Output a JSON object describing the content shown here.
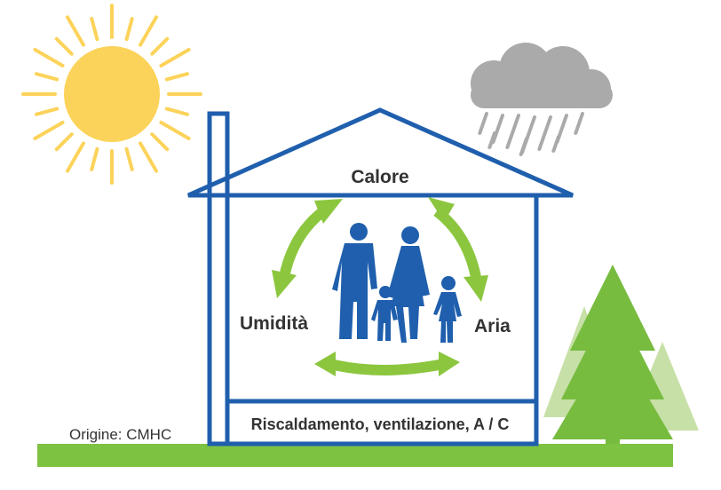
{
  "labels": {
    "top": "Calore",
    "left": "Umidità",
    "right": "Aria",
    "basement": "Riscaldamento, ventilazione, A / C"
  },
  "source": "Origine: CMHC",
  "colors": {
    "house_outline": "#1f5fad",
    "family": "#1f5fad",
    "arrows": "#8cc63f",
    "ground": "#7ec242",
    "sun": "#fcd35a",
    "cloud": "#aaaaaa",
    "rain": "#aaaaaa",
    "tree_dark": "#77bc3f",
    "tree_light": "#c7e0a7",
    "text": "#333333"
  },
  "icons": [
    "sun-icon",
    "rain-cloud-icon",
    "family-icon",
    "pine-tree-icon"
  ]
}
